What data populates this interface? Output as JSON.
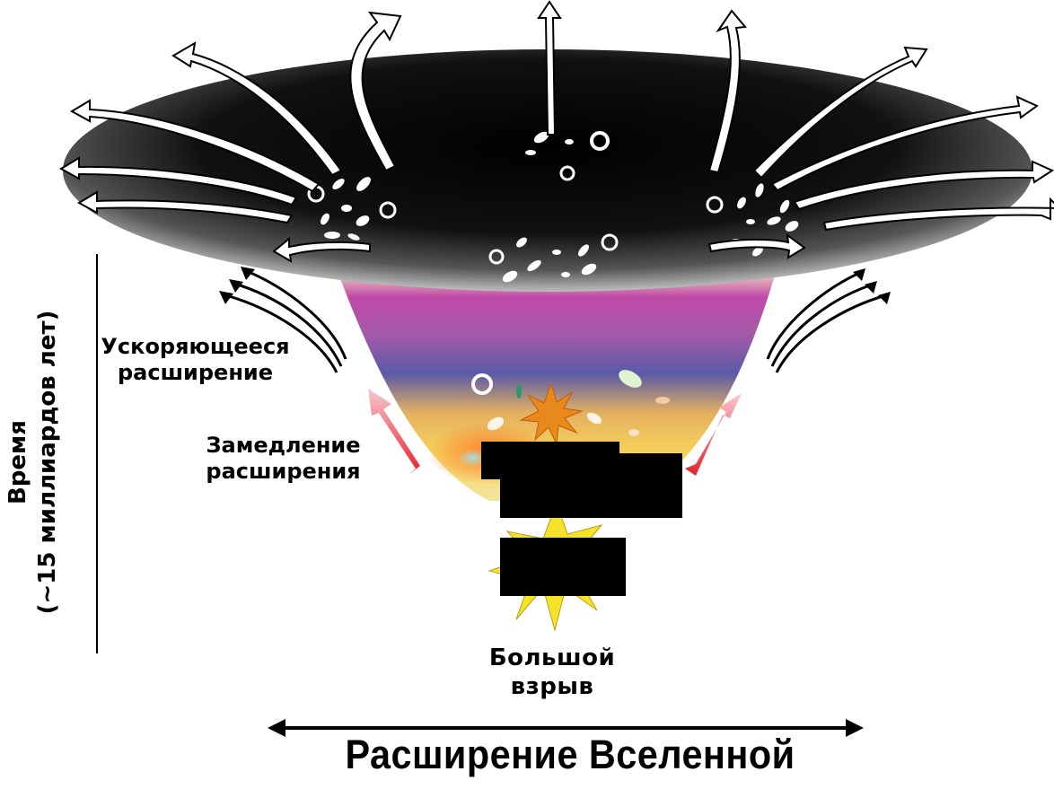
{
  "labels": {
    "accelerating": "Ускоряющееся расширение",
    "decelerating": "Замедление расширения",
    "big_bang": "Большой взрыв",
    "time_line1": "Время",
    "time_line2": "(~15 миллиардов лет)",
    "expansion": "Расширение Вселенной"
  },
  "colors": {
    "dark_region": "#000000",
    "purple_band": "#9b3fa0",
    "yellow_glow": "#f7d45a",
    "pink_glow": "#f08a8a",
    "star_yellow": "#f5e32a",
    "burst_orange": "#e8891c",
    "red_arrow": "#e8202a"
  }
}
